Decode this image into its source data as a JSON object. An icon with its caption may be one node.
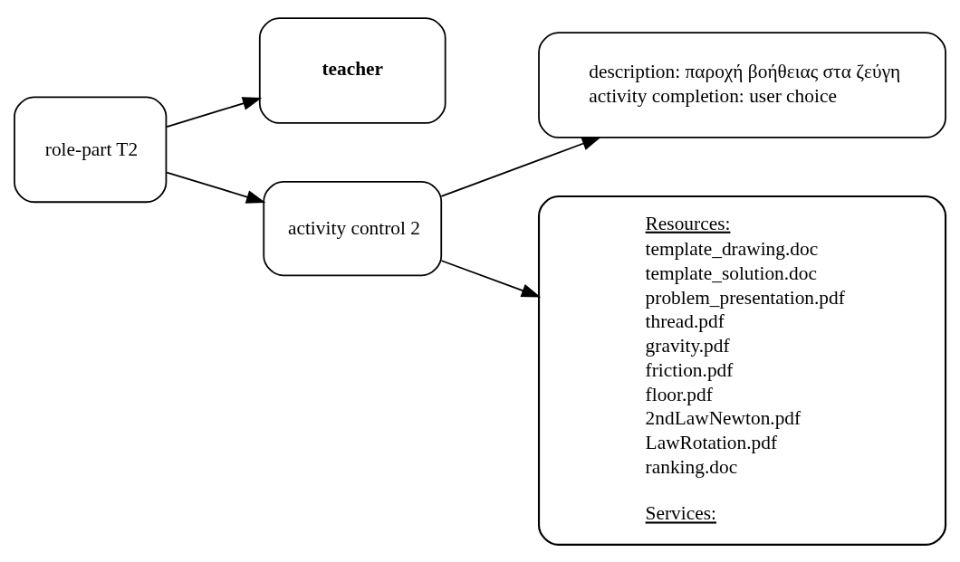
{
  "diagram": {
    "nodes": [
      {
        "text": [
          "role-part T2"
        ]
      },
      {
        "text": [
          "teacher"
        ]
      },
      {
        "text": [
          "activity control 2"
        ]
      },
      {
        "text": [
          "description: παροχή βοήθειας στα ζεύγη",
          "activity completion: user choice"
        ]
      },
      {
        "text": [
          "Resources:",
          "template_drawing.doc",
          "template_solution.doc",
          "problem_presentation.pdf",
          "thread.pdf",
          "gravity.pdf",
          "friction.pdf",
          "floor.pdf",
          "2ndLawNewton.pdf",
          "LawRotation.pdf",
          "ranking.doc",
          "Services:"
        ]
      }
    ],
    "edges": [
      {
        "from": 0,
        "to": 1,
        "arrow": "to"
      },
      {
        "from": 0,
        "to": 2,
        "arrow": "to"
      },
      {
        "from": 2,
        "to": 3,
        "arrow": "to"
      },
      {
        "from": 2,
        "to": 4,
        "arrow": "to"
      }
    ]
  }
}
